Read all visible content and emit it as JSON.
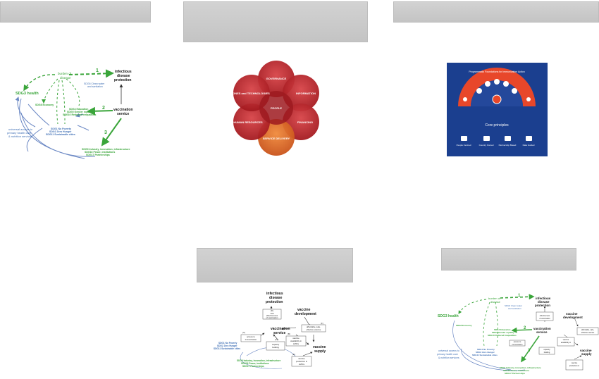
{
  "diagram_a": {
    "infectious": [
      "infectious",
      "disease",
      "protection"
    ],
    "burden": [
      "burden of",
      "disease"
    ],
    "sdg6": [
      "SDG6 Clean water",
      "and sanitation"
    ],
    "sdg3": "SDG3 health",
    "sdg8": "SDG8 Economy",
    "sdg4": [
      "SDG4 Education",
      "SDG5 Gender equality",
      "SDG10 Reduced inequalities"
    ],
    "vacc": [
      "vaccination",
      "service"
    ],
    "uhc": [
      "universal access to",
      "primary health care",
      "& nutrition services"
    ],
    "sdg1": [
      "SDG1 No Poverty",
      "SDG2 Zero Hunger",
      "SDG11 Sustainable cities"
    ],
    "sdg9": [
      "SDG9 Industry, innovation, infrastructure",
      "SDG16 Peace, institutions",
      "SDG17 Partnerships"
    ],
    "num1": "1",
    "num2": "2",
    "num3": "3"
  },
  "who_flower": {
    "center": "PEOPLE",
    "petals": [
      "GOVERNANCE",
      "INFORMATION",
      "FINANCING",
      "SERVICE DELIVERY",
      "HUMAN RESOURCES",
      "MEDICINES and TECHNOLOGIES"
    ]
  },
  "one_health": {
    "arc_title": "Programmatic Foundations for Immunization Action",
    "core": "Core principles",
    "principles": [
      "People Centred",
      "Country Owned",
      "Partnership Based",
      "Data Guided"
    ]
  },
  "diagram_b": {
    "infectious": [
      "infectious",
      "disease",
      "protection"
    ],
    "vacc_dev": [
      "vaccine",
      "development"
    ],
    "d_box": [
      "(D)",
      "real",
      "effectiveness",
      "of vaccination"
    ],
    "f_box": [
      "(F)",
      "affordable, safe,",
      "effective vaccine"
    ],
    "vacc": [
      "vaccination",
      "service"
    ],
    "a_box": [
      "(A)",
      "access to",
      "immunization"
    ],
    "b_box": [
      "(B)",
      "vaccine",
      "availability in",
      "LMICs"
    ],
    "c_box": [
      "(C)",
      "capacity",
      "building"
    ],
    "supply": [
      "vaccine",
      "supply"
    ],
    "e_box": [
      "(E)",
      "vaccine",
      "production in",
      "LMICs"
    ],
    "sdg1": [
      "SDG1 No Poverty",
      "SDG2 Zero Hunger",
      "SDG11 Sustainable cities"
    ],
    "sdg9": [
      "SDG9 Industry, innovation, infrastructure",
      "SDG16 Peace, institutions",
      "SDG17 Partnerships"
    ]
  },
  "colors": {
    "header": "#c9c9c9",
    "sdg_green": "#3aa53a",
    "blue": "#3f6fb5",
    "petal_red": "#b8262d",
    "petal_orange": "#e06a1e",
    "navy": "#1b3f8f",
    "arc_orange": "#e8472a"
  }
}
